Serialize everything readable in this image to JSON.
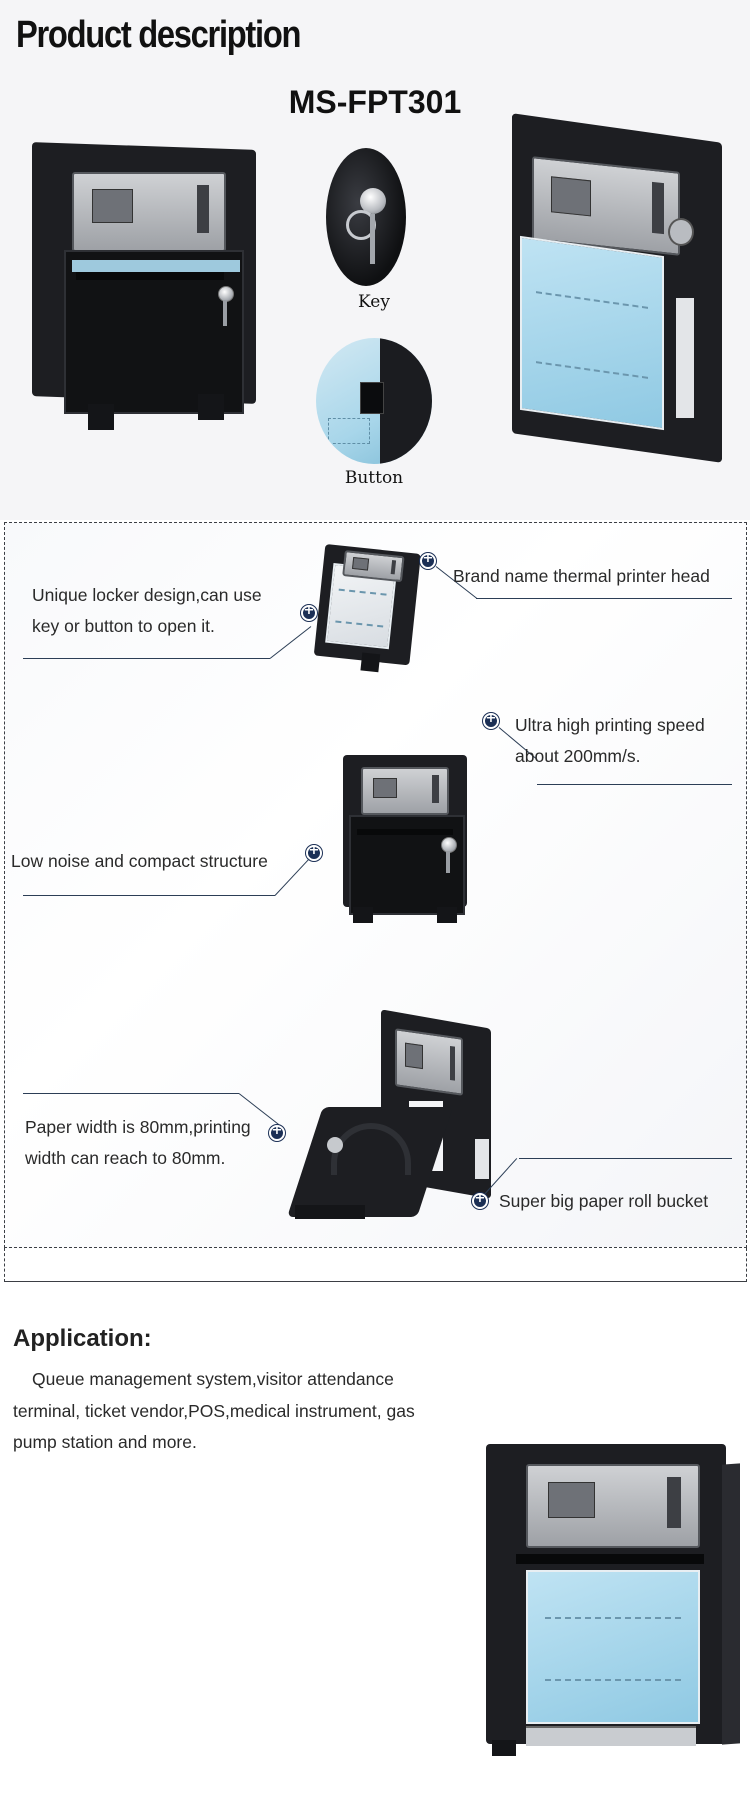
{
  "header": {
    "title": "Product description",
    "model": "MS-FPT301",
    "captions": {
      "key": "Key",
      "button": "Button"
    }
  },
  "features": [
    {
      "id": "locker",
      "text": "Unique locker design,can use key or button to open it."
    },
    {
      "id": "head",
      "text": "Brand name thermal printer head"
    },
    {
      "id": "speed",
      "text": "Ultra high printing speed about 200mm/s."
    },
    {
      "id": "noise",
      "text": "Low noise and compact structure"
    },
    {
      "id": "paper-width",
      "text": "Paper width is 80mm,printing width can reach to 80mm."
    },
    {
      "id": "bucket",
      "text": "Super big paper roll bucket"
    }
  ],
  "application": {
    "title": "Application:",
    "text": "Queue management  system,visitor attendance terminal, ticket vendor,POS,medical instrument, gas pump station and more."
  },
  "colors": {
    "header_bg": "#f5f5f7",
    "accent_line": "#2c3e56",
    "marker": "#1b2f55",
    "printer_body": "#1d1e22",
    "label_blue": "#a8d6ea"
  },
  "icons": {
    "feature_marker": "plus-circle-icon"
  }
}
